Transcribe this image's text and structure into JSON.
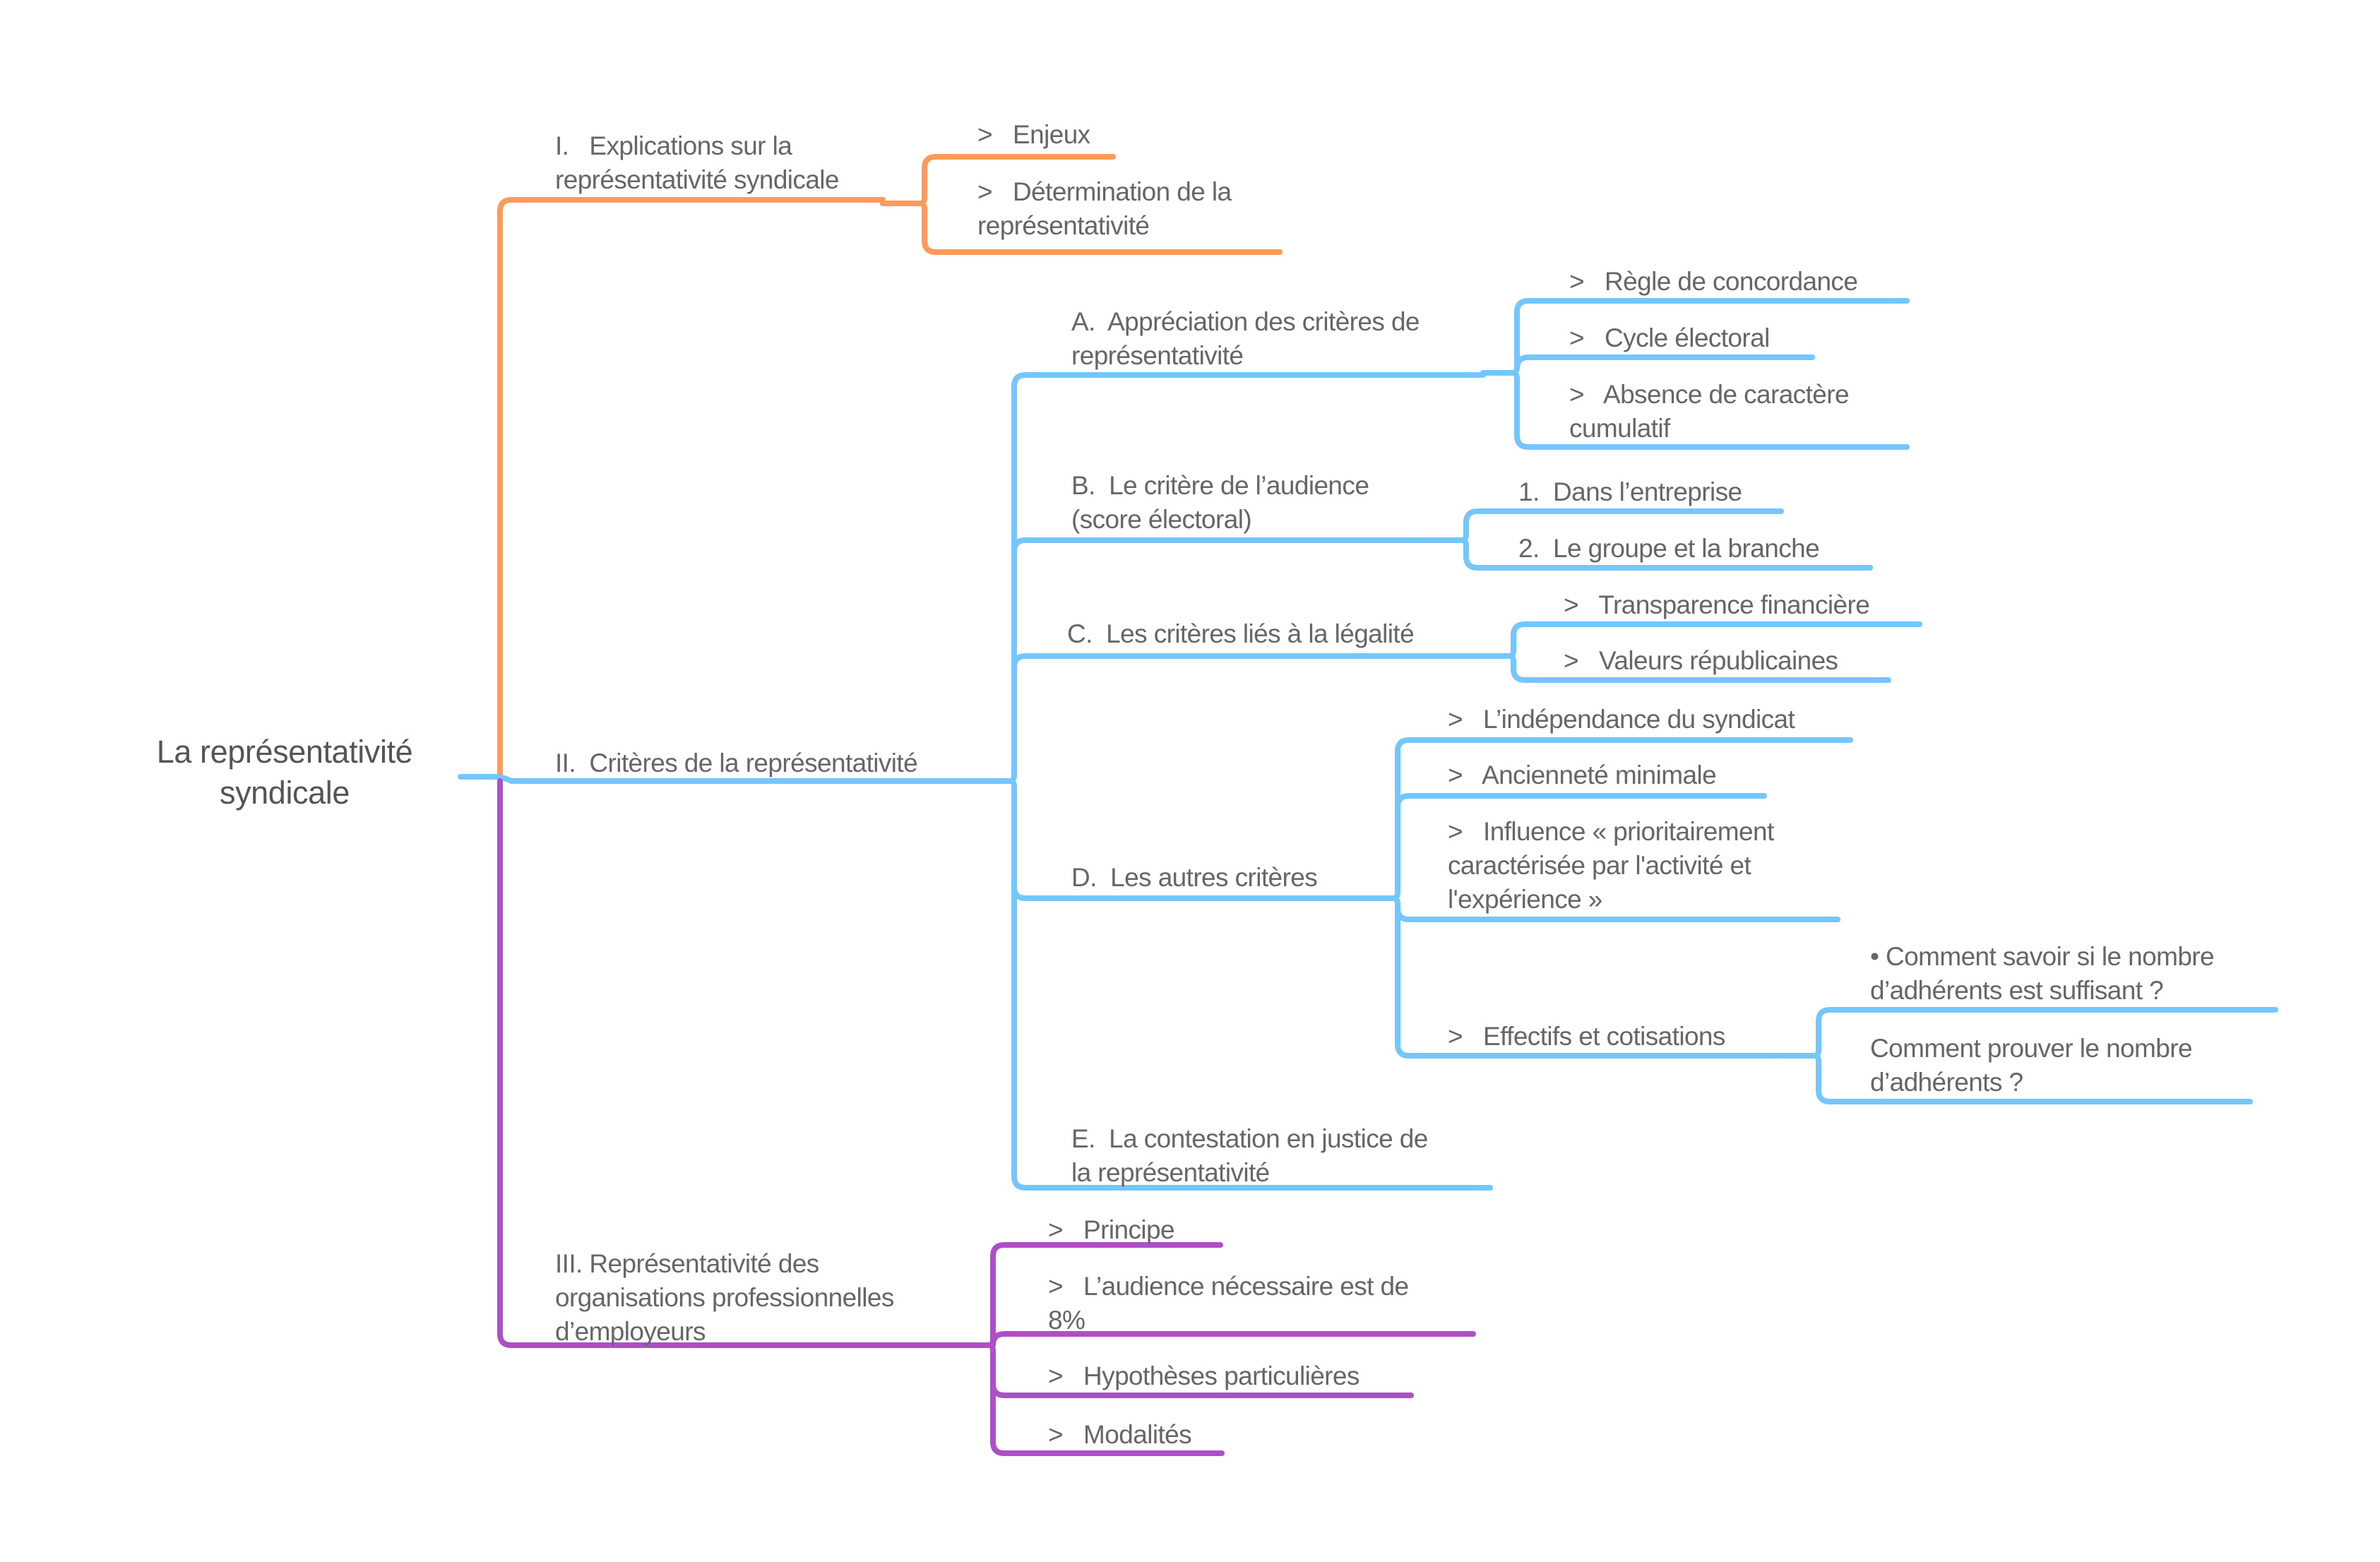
{
  "mindmap": {
    "title": "La représentativité\nsyndicale",
    "colors": {
      "branch_1": "#FF9A5A",
      "branch_2": "#73C6FE",
      "branch_3": "#AD4FC6",
      "text": "#666666",
      "root_text": "#555555"
    },
    "branches": [
      {
        "label": "I.   Explications sur la\nreprésentativité syndicale",
        "children": [
          {
            "label": ">   Enjeux"
          },
          {
            "label": ">   Détermination de la\nreprésentativité"
          }
        ]
      },
      {
        "label": "II.  Critères de la représentativité",
        "children": [
          {
            "label": "A.  Appréciation des critères de\nreprésentativité",
            "children": [
              {
                "label": ">   Règle de concordance"
              },
              {
                "label": ">   Cycle électoral"
              },
              {
                "label": ">   Absence de caractère\ncumulatif"
              }
            ]
          },
          {
            "label": "B.  Le critère de l’audience\n(score électoral)",
            "children": [
              {
                "label": "1.  Dans l’entreprise"
              },
              {
                "label": "2.  Le groupe et la branche"
              }
            ]
          },
          {
            "label": "C.  Les critères liés à la légalité",
            "children": [
              {
                "label": ">   Transparence financière"
              },
              {
                "label": ">   Valeurs républicaines"
              }
            ]
          },
          {
            "label": "D.  Les autres critères",
            "children": [
              {
                "label": ">   L’indépendance du syndicat"
              },
              {
                "label": ">   Ancienneté minimale"
              },
              {
                "label": ">   Influence « prioritairement\ncaractérisée par l'activité et\nl'expérience »"
              },
              {
                "label": ">   Effectifs et cotisations",
                "children": [
                  {
                    "label": "• Comment savoir si le nombre\nd’adhérents est suffisant ?"
                  },
                  {
                    "label": "Comment prouver le nombre\nd’adhérents ?"
                  }
                ]
              }
            ]
          },
          {
            "label": "E.  La contestation en justice de\nla représentativité"
          }
        ]
      },
      {
        "label": "III. Représentativité des\norganisations professionnelles\nd’employeurs",
        "children": [
          {
            "label": ">   Principe"
          },
          {
            "label": ">   L’audience nécessaire est de\n8%"
          },
          {
            "label": ">   Hypothèses particulières"
          },
          {
            "label": ">   Modalités"
          }
        ]
      }
    ]
  }
}
